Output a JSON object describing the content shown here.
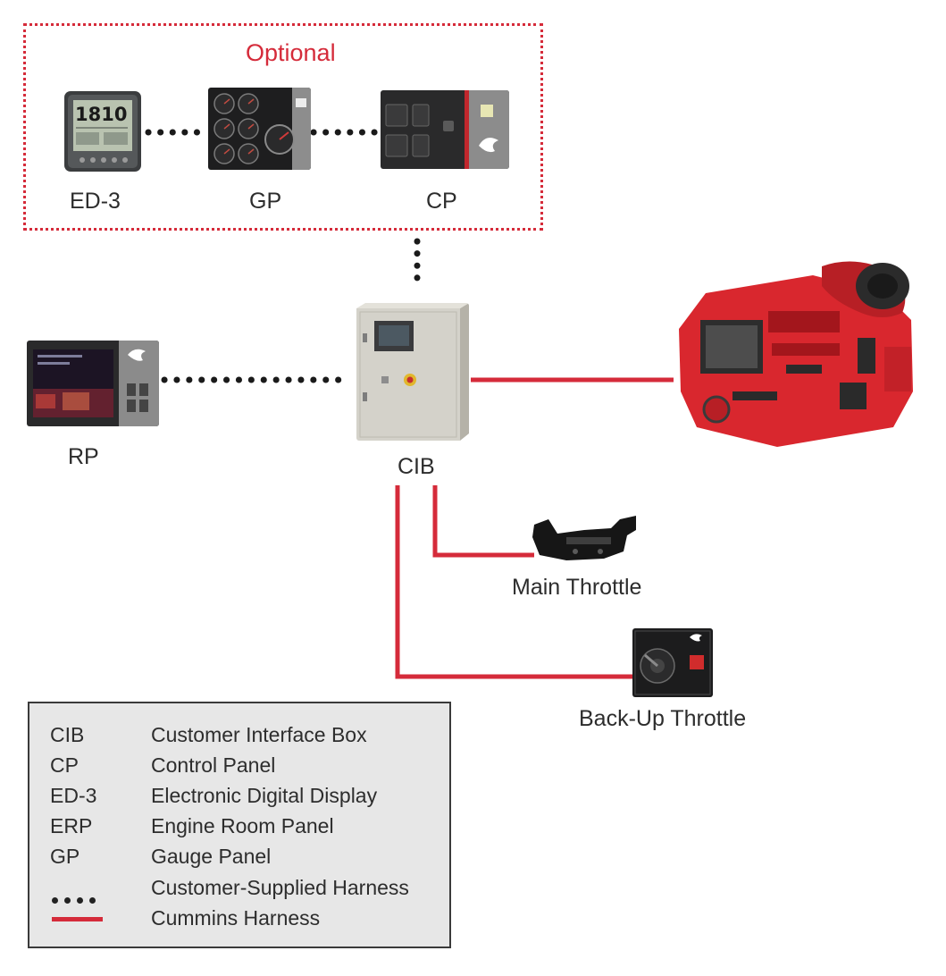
{
  "optional": {
    "title": "Optional"
  },
  "devices": {
    "ed3": {
      "label": "ED-3",
      "screen_reading": "1810"
    },
    "gp": {
      "label": "GP"
    },
    "cp": {
      "label": "CP"
    },
    "rp": {
      "label": "RP"
    },
    "cib": {
      "label": "CIB"
    },
    "main_throttle": {
      "label": "Main Throttle"
    },
    "backup_throttle": {
      "label": "Back-Up Throttle"
    }
  },
  "legend": {
    "rows": [
      {
        "abbr": "CIB",
        "desc": "Customer Interface Box"
      },
      {
        "abbr": "CP",
        "desc": "Control Panel"
      },
      {
        "abbr": "ED-3",
        "desc": "Electronic Digital Display"
      },
      {
        "abbr": "ERP",
        "desc": "Engine Room Panel"
      },
      {
        "abbr": "GP",
        "desc": "Gauge Panel"
      }
    ],
    "dotted_desc": "Customer-Supplied Harness",
    "line_desc": "Cummins Harness"
  },
  "colors": {
    "accent_red": "#d52b3a",
    "dots": "#1a1a1a",
    "legend_bg": "#e7e7e7"
  }
}
